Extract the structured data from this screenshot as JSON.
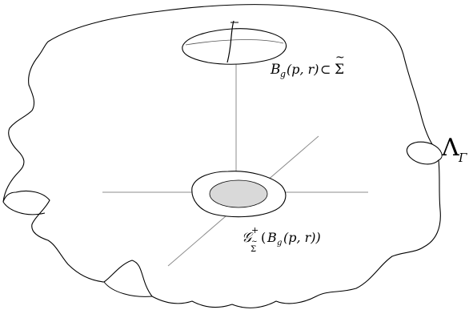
{
  "labels": {
    "ball": {
      "B": "B",
      "sub": "g",
      "args": "(p, r)",
      "relation": "⊂",
      "space": "Σ",
      "accent": "~"
    },
    "region": {
      "Lambda": "Λ",
      "sub": "Γ"
    },
    "image": {
      "G": "𝒢",
      "sup": "+",
      "sub": "Σ",
      "subaccent": "~",
      "args_open": "(",
      "B": "B",
      "Bsub": "g",
      "Bargs": "(p, r))"
    }
  },
  "colors": {
    "stroke": "#000000",
    "axes": "#8c8c8c",
    "fill": "#d9d9d9"
  }
}
